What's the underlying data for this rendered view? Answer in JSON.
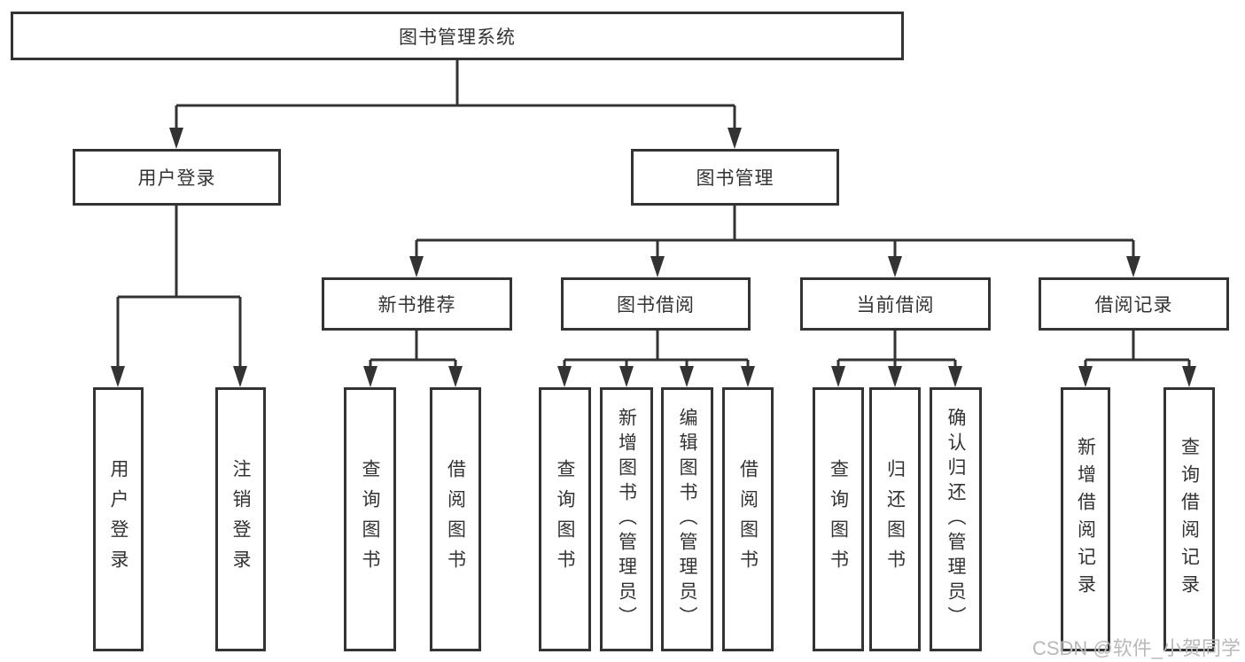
{
  "diagram": {
    "type": "hierarchy-tree",
    "orientation": "top-down"
  },
  "colors": {
    "line": "#333333",
    "box_border": "#333333",
    "text": "#333333",
    "background": "#ffffff",
    "watermark_text": "#b9b9b9"
  },
  "watermark": {
    "text": "CSDN @软件_小贺同学"
  },
  "tree": {
    "root": {
      "label": "图书管理系统",
      "children": [
        {
          "label": "用户登录",
          "children": [
            {
              "label": "用户登录"
            },
            {
              "label": "注销登录"
            }
          ]
        },
        {
          "label": "图书管理",
          "children": [
            {
              "label": "新书推荐",
              "children": [
                {
                  "label": "查询图书"
                },
                {
                  "label": "借阅图书"
                }
              ]
            },
            {
              "label": "图书借阅",
              "children": [
                {
                  "label": "查询图书"
                },
                {
                  "label": "新增图书（管理员）"
                },
                {
                  "label": "编辑图书（管理员）"
                },
                {
                  "label": "借阅图书"
                }
              ]
            },
            {
              "label": "当前借阅",
              "children": [
                {
                  "label": "查询图书"
                },
                {
                  "label": "归还图书"
                },
                {
                  "label": "确认归还（管理员）"
                }
              ]
            },
            {
              "label": "借阅记录",
              "children": [
                {
                  "label": "新增借阅记录"
                },
                {
                  "label": "查询借阅记录"
                }
              ]
            }
          ]
        }
      ]
    }
  }
}
